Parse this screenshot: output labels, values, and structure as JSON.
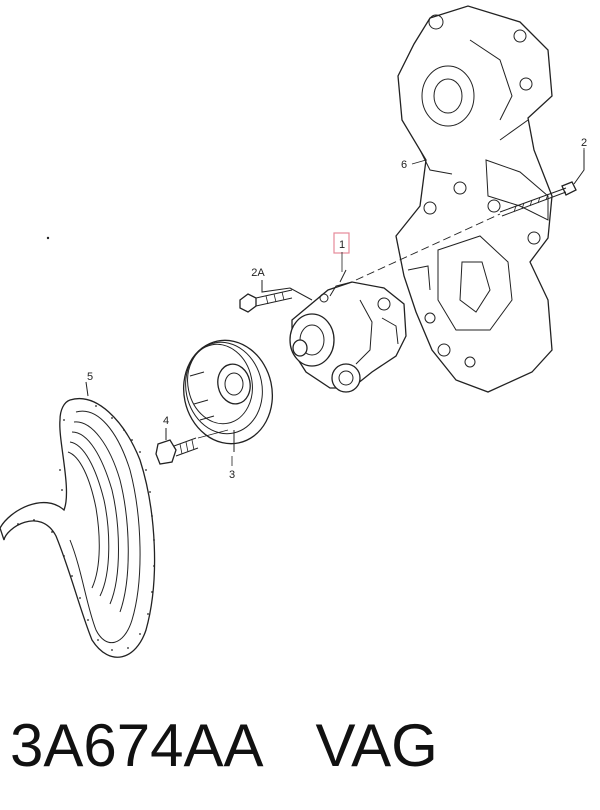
{
  "callouts": {
    "pump": "1",
    "bolt_upper": "2",
    "bolt_pump": "2A",
    "pulley": "3",
    "pulley_bolt": "4",
    "belt": "5",
    "bracket": "6"
  },
  "caption": {
    "part_number": "3A674AA",
    "brand": "VAG"
  },
  "colors": {
    "line": "#222222",
    "highlight_box": "#e58a9a",
    "background": "#ffffff"
  }
}
